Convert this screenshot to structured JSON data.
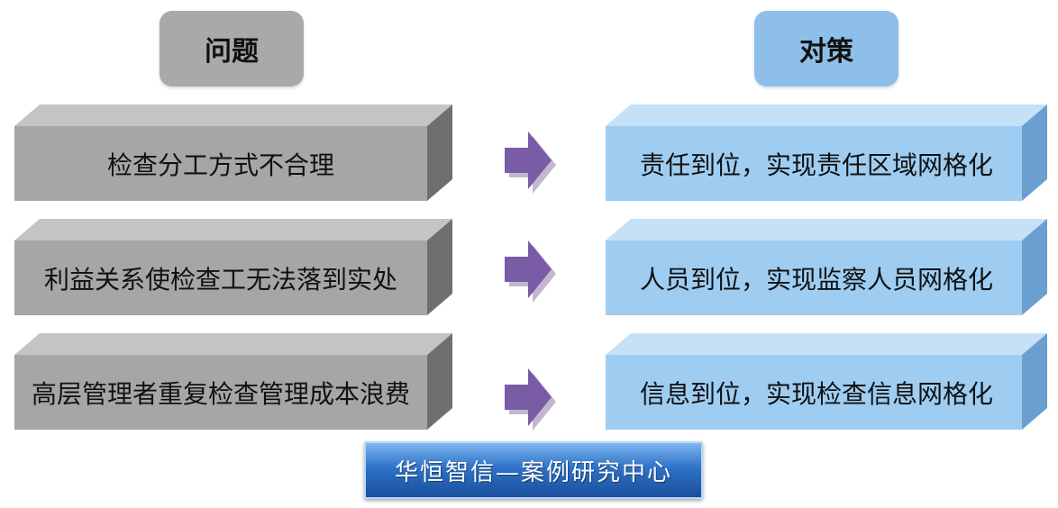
{
  "headers": {
    "problem": "问题",
    "solution": "对策"
  },
  "problems": [
    "检查分工方式不合理",
    "利益关系使检查工无法落到实处",
    "高层管理者重复检查管理成本浪费"
  ],
  "solutions": [
    "责任到位，实现责任区域网格化",
    "人员到位，实现监察人员网格化",
    "信息到位，实现检查信息网格化"
  ],
  "watermark": "华恒智信—案例研究中心",
  "colors": {
    "problem_front": "#a6a6a6",
    "solution_front": "#9fcdf2",
    "arrow": "#7a5ba6"
  }
}
